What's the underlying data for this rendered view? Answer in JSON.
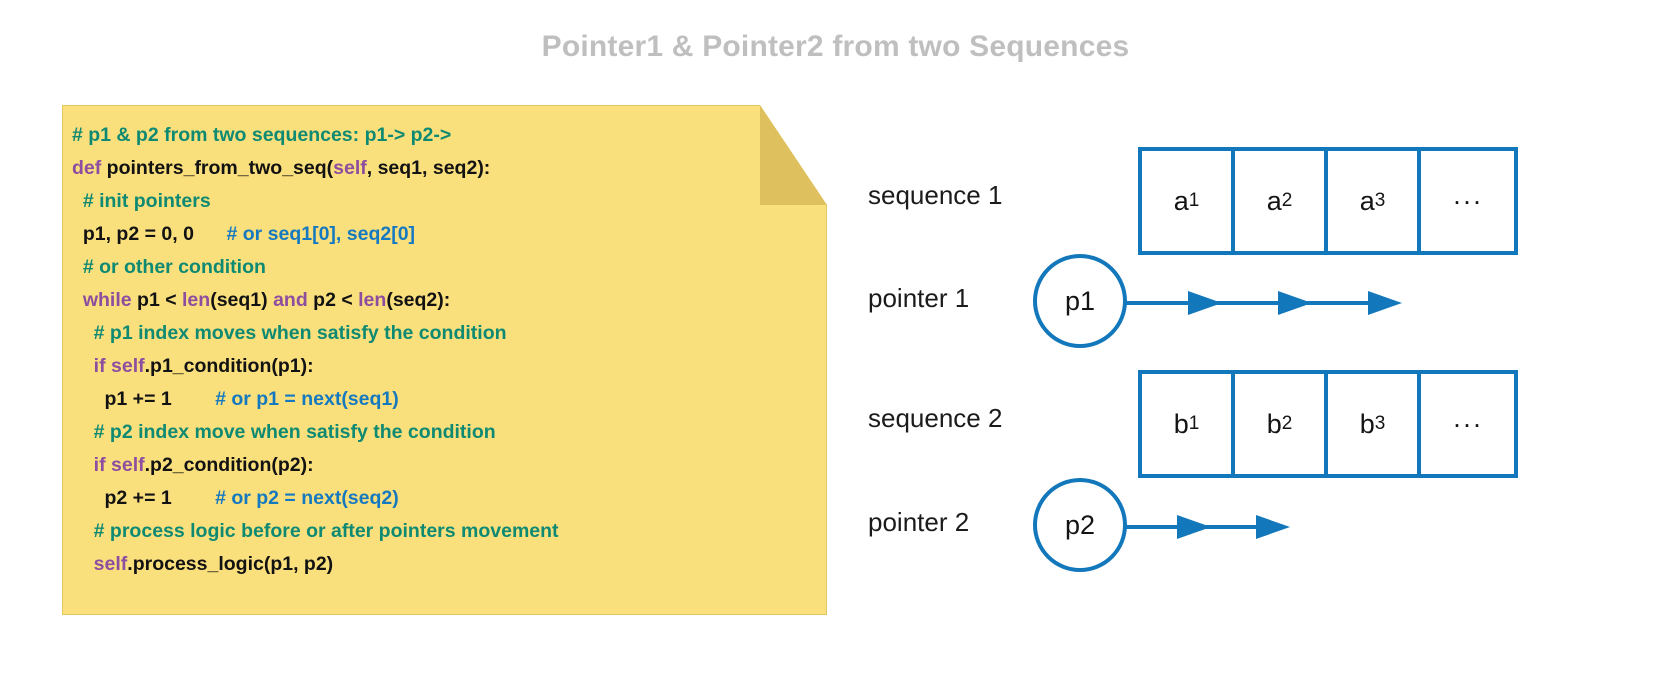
{
  "title": "Pointer1 & Pointer2 from two Sequences",
  "colors": {
    "title": "#bfbfbf",
    "note_bg": "#fadf7d",
    "note_fold": "#dec15e",
    "note_border": "#e3c75f",
    "diagram_blue": "#1377bb",
    "comment_teal": "#0f8a72",
    "comment_blue": "#1579c0",
    "keyword_purple": "#8e4ea0",
    "code_black": "#121212"
  },
  "code": {
    "language": "python",
    "lines": [
      [
        {
          "t": "# p1 & p2 from two sequences: p1-> p2->",
          "c": "com"
        }
      ],
      [
        {
          "t": "def ",
          "c": "kw"
        },
        {
          "t": "pointers_from_two_seq(",
          "c": "plain"
        },
        {
          "t": "self",
          "c": "kw"
        },
        {
          "t": ", seq1, seq2):",
          "c": "plain"
        }
      ],
      [
        {
          "t": "  # init pointers",
          "c": "com"
        }
      ],
      [
        {
          "t": "  p1, p2 = 0, 0      ",
          "c": "plain"
        },
        {
          "t": "# or seq1[0], seq2[0]",
          "c": "icom"
        }
      ],
      [
        {
          "t": "  # or other condition",
          "c": "com"
        }
      ],
      [
        {
          "t": "  ",
          "c": "plain"
        },
        {
          "t": "while ",
          "c": "kw"
        },
        {
          "t": "p1 < ",
          "c": "plain"
        },
        {
          "t": "len",
          "c": "kw"
        },
        {
          "t": "(seq1) ",
          "c": "plain"
        },
        {
          "t": "and ",
          "c": "kw"
        },
        {
          "t": "p2 < ",
          "c": "plain"
        },
        {
          "t": "len",
          "c": "kw"
        },
        {
          "t": "(seq2):",
          "c": "plain"
        }
      ],
      [
        {
          "t": "    # p1 index moves when satisfy the condition",
          "c": "com"
        }
      ],
      [
        {
          "t": "    ",
          "c": "plain"
        },
        {
          "t": "if self",
          "c": "kw"
        },
        {
          "t": ".p1_condition(p1):",
          "c": "plain"
        }
      ],
      [
        {
          "t": "      p1 += 1        ",
          "c": "plain"
        },
        {
          "t": "# or p1 = next(seq1)",
          "c": "icom"
        }
      ],
      [
        {
          "t": "    # p2 index move when satisfy the condition",
          "c": "com"
        }
      ],
      [
        {
          "t": "    ",
          "c": "plain"
        },
        {
          "t": "if self",
          "c": "kw"
        },
        {
          "t": ".p2_condition(p2):",
          "c": "plain"
        }
      ],
      [
        {
          "t": "      p2 += 1        ",
          "c": "plain"
        },
        {
          "t": "# or p2 = next(seq2)",
          "c": "icom"
        }
      ],
      [
        {
          "t": "    # process logic before or after pointers movement",
          "c": "com"
        }
      ],
      [
        {
          "t": "    ",
          "c": "plain"
        },
        {
          "t": "self",
          "c": "kw"
        },
        {
          "t": ".process_logic(p1, p2)",
          "c": "plain"
        }
      ]
    ]
  },
  "diagram": {
    "sequence1": {
      "label": "sequence 1",
      "cells": [
        {
          "base": "a",
          "sub": "1"
        },
        {
          "base": "a",
          "sub": "2"
        },
        {
          "base": "a",
          "sub": "3"
        },
        {
          "base": "···",
          "sub": ""
        }
      ]
    },
    "sequence2": {
      "label": "sequence 2",
      "cells": [
        {
          "base": "b",
          "sub": "1"
        },
        {
          "base": "b",
          "sub": "2"
        },
        {
          "base": "b",
          "sub": "3"
        },
        {
          "base": "···",
          "sub": ""
        }
      ]
    },
    "pointer1": {
      "label": "pointer 1",
      "node": "p1",
      "arrow_heads": 3
    },
    "pointer2": {
      "label": "pointer 2",
      "node": "p2",
      "arrow_heads": 2
    }
  }
}
